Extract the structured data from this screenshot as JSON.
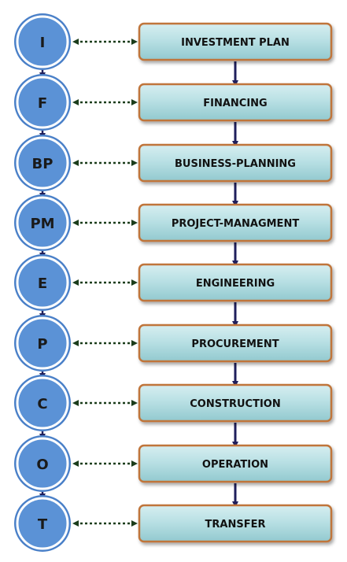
{
  "stages": [
    {
      "abbr": "I",
      "label": "INVESTMENT PLAN"
    },
    {
      "abbr": "F",
      "label": "FINANCING"
    },
    {
      "abbr": "BP",
      "label": "BUSINESS-PLANNING"
    },
    {
      "abbr": "PM",
      "label": "PROJECT-MANAGMENT"
    },
    {
      "abbr": "E",
      "label": "ENGINEERING"
    },
    {
      "abbr": "P",
      "label": "PROCUREMENT"
    },
    {
      "abbr": "C",
      "label": "CONSTRUCTION"
    },
    {
      "abbr": "O",
      "label": "OPERATION"
    },
    {
      "abbr": "T",
      "label": "TRANSFER"
    }
  ],
  "colors": {
    "circle_fill": "#5b92d6",
    "circle_ring": "#ffffff",
    "circle_outer": "#4a80c8",
    "box_top": "#d6eef0",
    "box_bottom": "#92c9cf",
    "box_border": "#c0753a",
    "arrow": "#1f1f5c",
    "link": "#1b3d1b"
  }
}
